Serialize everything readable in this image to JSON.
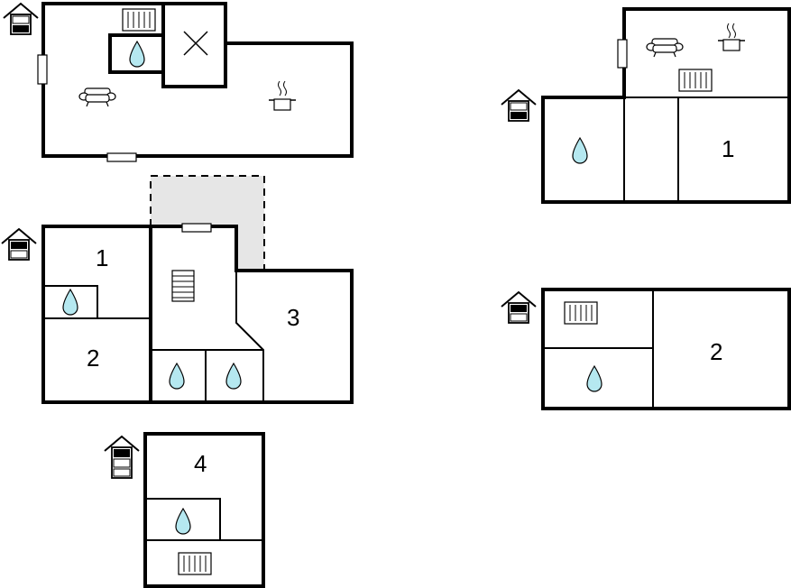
{
  "rooms": {
    "gf_bed_1": "1",
    "gf_bed_2": "2",
    "gf_bed_3": "3",
    "gf_bed_4": "4",
    "annex_bed_1": "1",
    "annex_bed_2": "2"
  },
  "icons": {
    "floor_level": "floor-level-icon",
    "bathroom": "water-drop-icon",
    "heater": "radiator-icon",
    "sofa": "sofa-icon",
    "kitchen": "cooking-pot-icon",
    "void": "void-cross-icon",
    "stairs": "stairs-icon"
  },
  "colors": {
    "wall": "#000000",
    "water": "#b5e8f0",
    "terrace": "#e6e6e6"
  }
}
